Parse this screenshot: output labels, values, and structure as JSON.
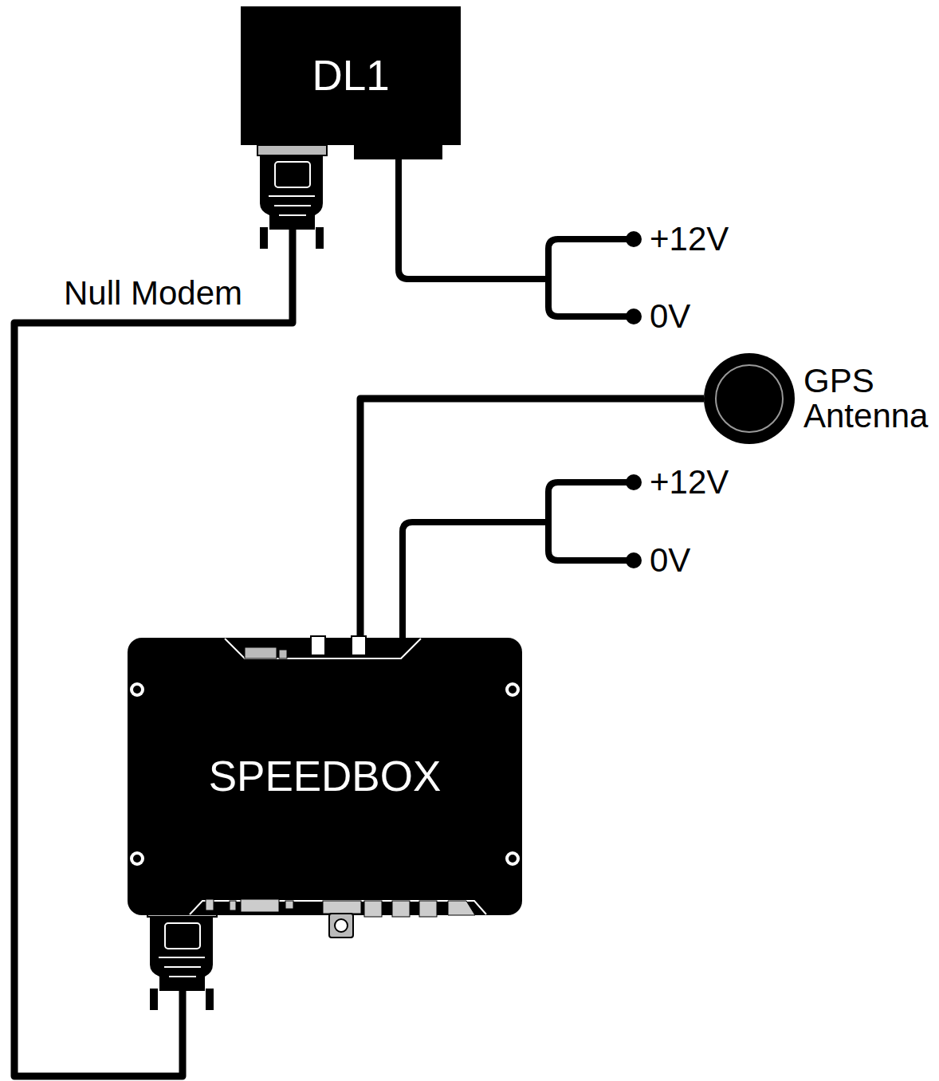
{
  "diagram": {
    "nodes": [
      {
        "text": [
          "DL1"
        ]
      },
      {
        "text": [
          "GPS Antenna"
        ]
      },
      {
        "text": [
          "SPEEDBOX"
        ]
      }
    ],
    "edges": [
      {
        "from": 0,
        "to": 2,
        "label": "Null Modem",
        "arrow": "none"
      },
      {
        "from": 2,
        "to": 1,
        "arrow": "none"
      }
    ],
    "labels": [
      "+12V",
      "0V",
      "+12V",
      "0V"
    ]
  }
}
